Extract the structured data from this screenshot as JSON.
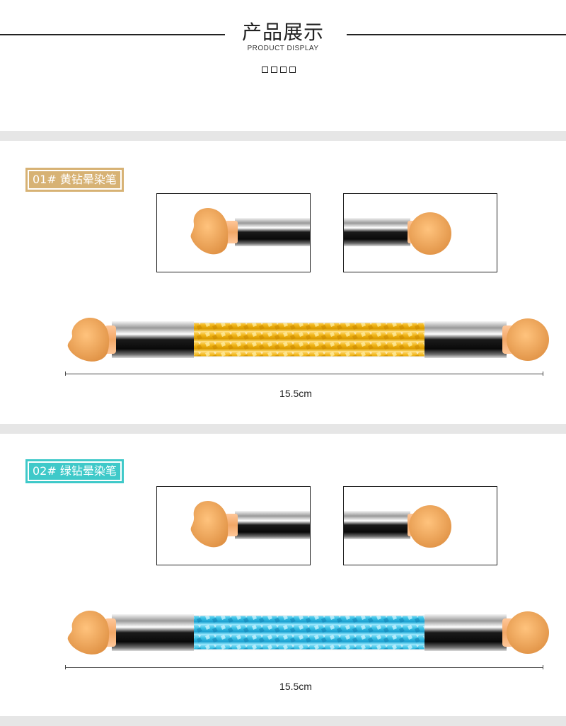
{
  "header": {
    "title": "产品展示",
    "subtitle": "PRODUCT DISPLAY",
    "squares_count": 4
  },
  "colors": {
    "gold_label": "#d7b274",
    "teal_label": "#3fc9c9",
    "sponge": "#f4ad6a",
    "gold_crystal": "#f2b619",
    "blue_crystal": "#3cc3e6"
  },
  "products": [
    {
      "label": "01# 黄钻晕染笔",
      "length": "15.5cm",
      "crystal_color": "gold"
    },
    {
      "label": "02# 绿钻晕染笔",
      "length": "15.5cm",
      "crystal_color": "blue"
    }
  ]
}
